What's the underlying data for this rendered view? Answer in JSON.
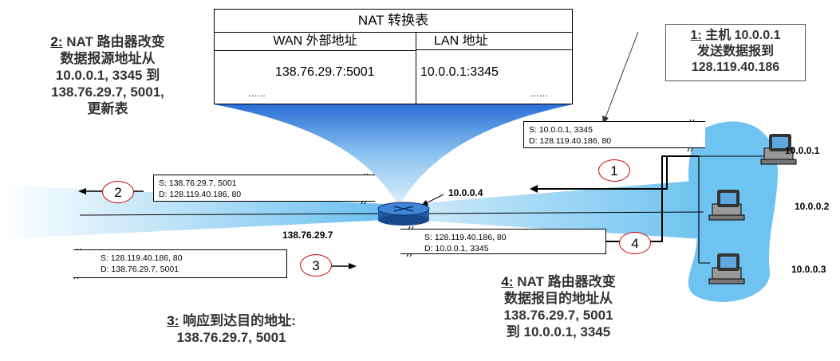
{
  "nat_table": {
    "title": "NAT 转换表",
    "wan_header": "WAN 外部地址",
    "lan_header": "LAN 地址",
    "wan_value": "138.76.29.7:5001",
    "lan_value": "10.0.0.1:3345",
    "wan_dots": "……",
    "lan_dots": "……"
  },
  "annotations": {
    "step2": {
      "num": "2:",
      "lines": [
        "NAT 路由器改变",
        "数据报源地址从",
        "10.0.0.1, 3345 到",
        "138.76.29.7, 5001,",
        "更新表"
      ]
    },
    "step1": {
      "num": "1:",
      "lines": [
        "主机 10.0.0.1",
        "发送数据报到",
        "128.119.40.186"
      ]
    },
    "step3": {
      "num": "3:",
      "lines": [
        "响应到达目的地址:",
        "138.76.29.7, 5001"
      ]
    },
    "step4": {
      "num": "4:",
      "lines": [
        "NAT 路由器改变",
        "数据报目的地址从",
        "138.76.29.7, 5001",
        "到 10.0.0.1, 3345"
      ]
    }
  },
  "packets": {
    "p1": {
      "s": "S: 10.0.0.1, 3345",
      "d": "D: 128.119.40.186, 80"
    },
    "p2": {
      "s": "S: 138.76.29.7, 5001",
      "d": "D: 128.119.40.186, 80"
    },
    "p3": {
      "s": "S: 128.119.40.186, 80",
      "d": "D: 138.76.29.7, 5001"
    },
    "p4": {
      "s": "S: 128.119.40.186, 80",
      "d": "D: 10.0.0.1, 3345"
    }
  },
  "steps": [
    "1",
    "2",
    "3",
    "4"
  ],
  "ip_labels": {
    "router_lan": "10.0.0.4",
    "router_wan": "138.76.29.7",
    "host1": "10.0.0.1",
    "host2": "10.0.0.2",
    "host3": "10.0.0.3"
  },
  "colors": {
    "cloud": "#6ec3f0",
    "circle": "#cc0000",
    "router": "#1f5fa8"
  }
}
